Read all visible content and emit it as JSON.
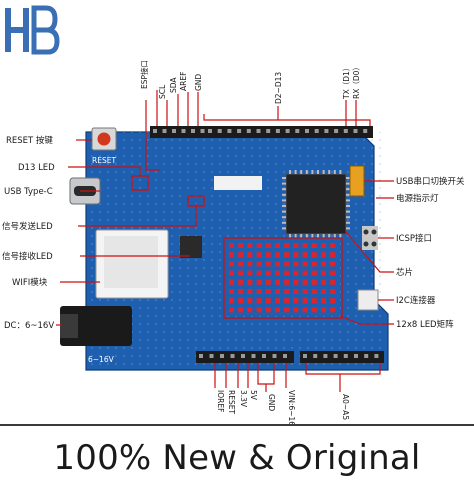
{
  "brand": {
    "logo_text": "HB",
    "logo_color": "#3a6fb5"
  },
  "board": {
    "top_labels": {
      "esp": "ESP接口",
      "scl": "SCL",
      "sda": "SDA",
      "aref": "AREF",
      "gnd": "GND",
      "d2_d13": "D2~D13",
      "tx": "TX（D1）",
      "rx": "RX（D0）"
    },
    "left_labels": {
      "reset": "RESET 按键",
      "d13_led": "D13 LED",
      "usb_c": "USB Type-C",
      "tx_led": "信号发送LED",
      "rx_led": "信号接收LED",
      "wifi": "WIFI模块",
      "dc": "DC：6~16V"
    },
    "right_labels": {
      "usb_switch": "USB串口切换开关",
      "power_led": "电源指示灯",
      "icsp": "ICSP接口",
      "chip": "芯片",
      "i2c": "I2C连接器",
      "matrix": "12x8 LED矩阵"
    },
    "bottom_labels": {
      "ioref": "IOREF",
      "reset": "RESET",
      "v33": "3.3V",
      "v5": "5V",
      "gnd": "GND",
      "vin": "VIN:6~16V",
      "a0_a5": "A0~A5"
    },
    "silkscreen": {
      "reset": "RESET",
      "voltage": "6~16V"
    },
    "colors": {
      "pcb": "#1f5fb0",
      "pcb_dark": "#184e94",
      "header": "#1b1b1b",
      "callout": "#cc1111",
      "led": "#e0232b"
    }
  },
  "headline": "100% New & Original"
}
